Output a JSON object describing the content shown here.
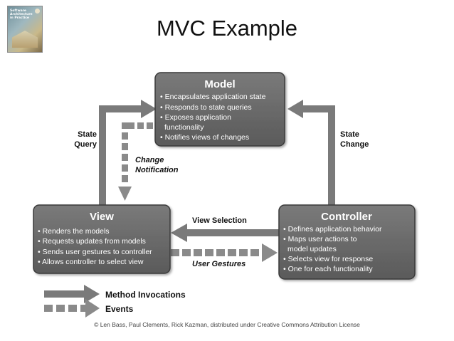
{
  "title": "MVC Example",
  "book": {
    "cover_text": "Software\nArchitecture\nin Practice"
  },
  "model": {
    "title": "Model",
    "bullets": [
      "• Encapsulates application state",
      "• Responds to state queries",
      "• Exposes application",
      "functionality",
      "• Notifies views of changes"
    ]
  },
  "view": {
    "title": "View",
    "bullets": [
      "• Renders the models",
      "• Requests updates from models",
      "• Sends user gestures to controller",
      "• Allows controller to select view"
    ]
  },
  "controller": {
    "title": "Controller",
    "bullets": [
      "• Defines application behavior",
      "• Maps user actions to",
      "model updates",
      "• Selects view for response",
      "• One for each functionality"
    ]
  },
  "labels": {
    "state_query_1": "State",
    "state_query_2": "Query",
    "change_notification_1": "Change",
    "change_notification_2": "Notification",
    "state_change_1": "State",
    "state_change_2": "Change",
    "view_selection": "View Selection",
    "user_gestures": "User Gestures"
  },
  "legend": {
    "method": "Method Invocations",
    "events": "Events"
  },
  "footer": "© Len Bass, Paul Clements, Rick Kazman, distributed under Creative Commons Attribution License",
  "colors": {
    "box_fill": "#6a6a6a",
    "box_border": "#3a3a3a",
    "arrow": "#7a7a7a"
  }
}
